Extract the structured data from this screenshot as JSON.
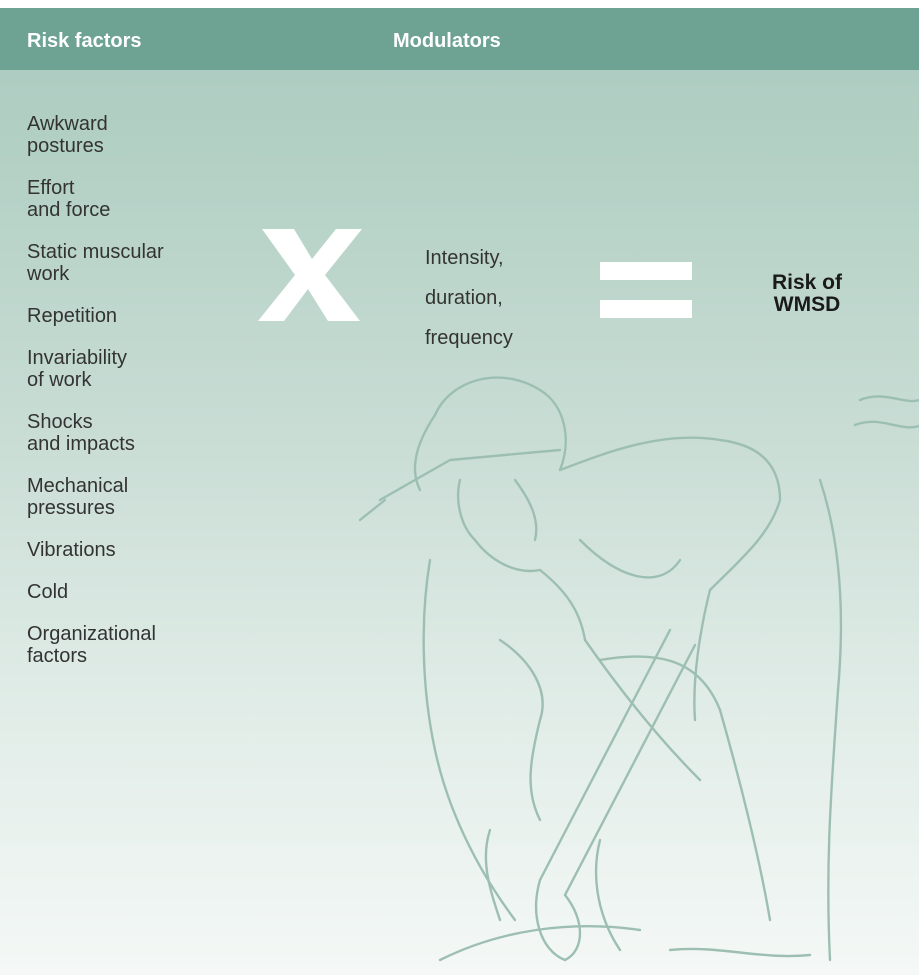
{
  "header": {
    "risk_factors_title": "Risk factors",
    "modulators_title": "Modulators"
  },
  "risk_factors": [
    "Awkward\npostures",
    "Effort\nand force",
    "Static muscular\nwork",
    "Repetition",
    "Invariability\nof work",
    "Shocks\nand impacts",
    "Mechanical\npressures",
    "Vibrations",
    "Cold",
    "Organizational\nfactors"
  ],
  "modulators": [
    "Intensity,",
    "duration,",
    "frequency"
  ],
  "result": "Risk of\nWMSD",
  "colors": {
    "header_bg": "#6ea394",
    "header_text": "#ffffff",
    "operator": "#ffffff",
    "illustration_line": "#9dbfb3"
  },
  "icons": {
    "multiply": "multiply-icon",
    "equals": "equals-icon",
    "illustration": "worker-with-tool-illustration"
  }
}
